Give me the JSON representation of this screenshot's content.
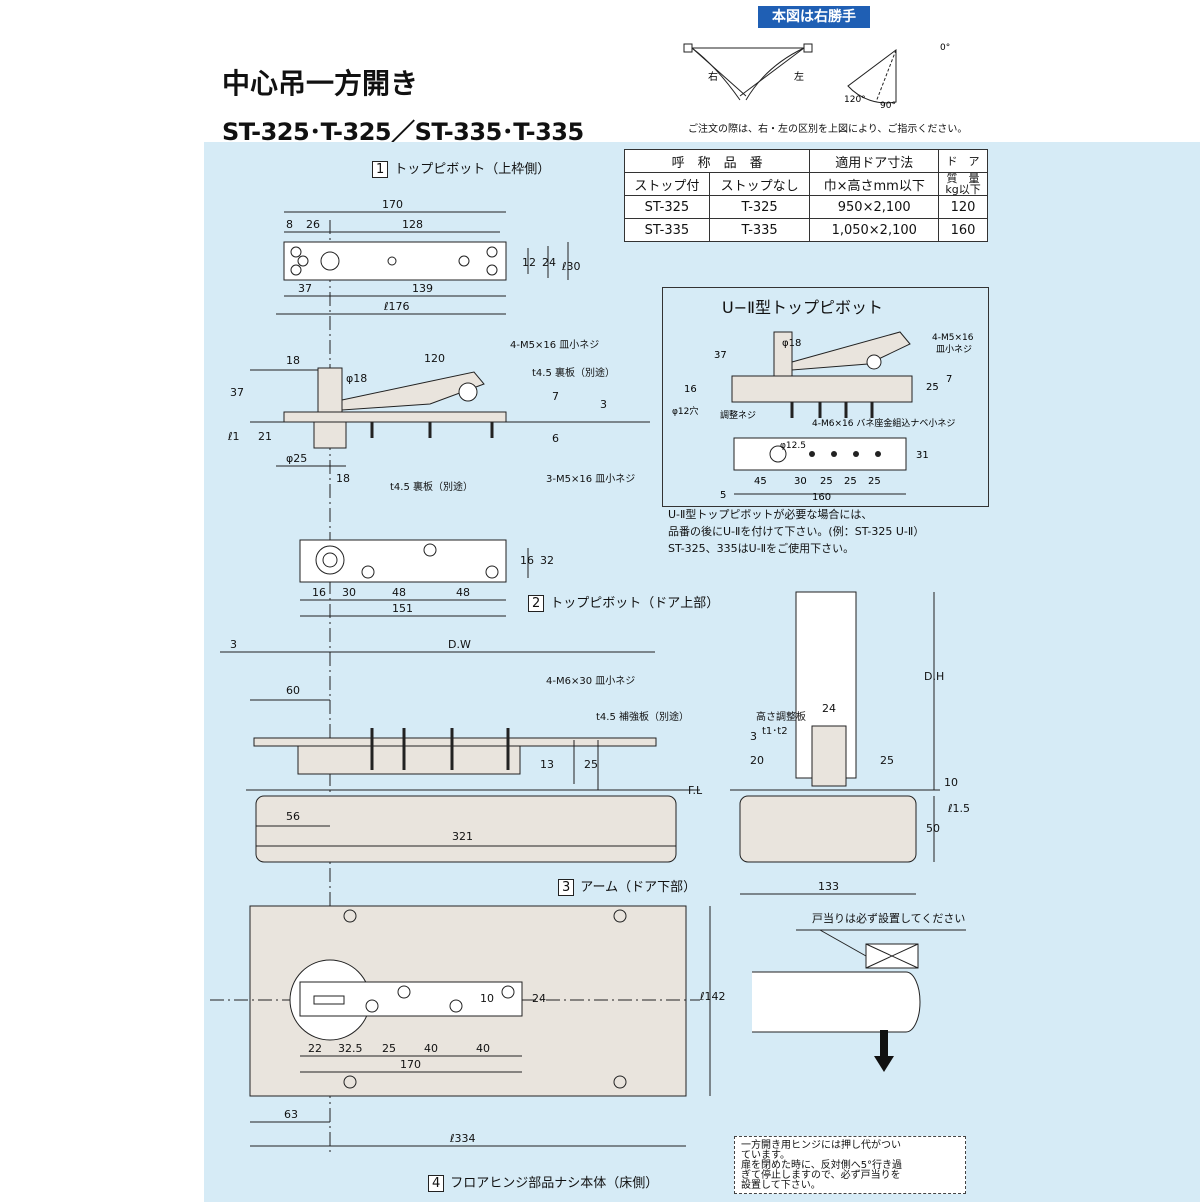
{
  "header": {
    "title": "中心吊一方開き",
    "models": "ST-325･T-325／ST-335･T-335",
    "badge": "本図は右勝手",
    "note": "ご注文の際は、右・左の区別を上図により、ご指示ください。",
    "label_right": "右",
    "label_left": "左",
    "angle_0": "0°",
    "angle_90": "90°",
    "angle_120": "120°"
  },
  "spec_table": {
    "h_name": "呼　称　品　番",
    "h_size": "適用ドア寸法",
    "h_weight_a": "ド　ア",
    "h_weight_b": "質　量",
    "h_stop": "ストップ付",
    "h_nostop": "ストップなし",
    "h_dim": "巾×高さmm以下",
    "h_kg": "kg以下",
    "rows": [
      {
        "stop": "ST-325",
        "nostop": "T-325",
        "dim": "950×2,100",
        "kg": "120"
      },
      {
        "stop": "ST-335",
        "nostop": "T-335",
        "dim": "1,050×2,100",
        "kg": "160"
      }
    ]
  },
  "captions": {
    "c1_num": "1",
    "c1": "トップピボット（上枠側）",
    "c2_num": "2",
    "c2": "トップピボット（ドア上部）",
    "c3_num": "3",
    "c3": "アーム（ドア下部）",
    "c4_num": "4",
    "c4": "フロアヒンジ部品ナシ本体（床側）"
  },
  "u2": {
    "title": "U−Ⅱ型トップピボット",
    "note_lines": [
      "U-Ⅱ型トップピボットが必要な場合には、",
      "品番の後にU-Ⅱを付けて下さい。(例：ST-325 U-Ⅱ）",
      "ST-325、335はU-Ⅱをご使用下さい。"
    ],
    "labels": {
      "screw_top": "4-M5×16",
      "screw_top2": "皿小ネジ",
      "screw_bot": "4-M6×16 バネ座金組込ナベ小ネジ",
      "adjust": "調整ネジ",
      "hole": "φ12穴",
      "d18": "φ18",
      "d125": "φ12.5",
      "d37": "37",
      "d16": "16",
      "d25": "25",
      "d7": "7",
      "d31": "31",
      "d5": "5",
      "d45": "45",
      "d30": "30",
      "d25a": "25",
      "d25b": "25",
      "d25c": "25",
      "d160": "160"
    }
  },
  "pivot_top": {
    "d170": "170",
    "d8": "8",
    "d26": "26",
    "d128": "128",
    "d12": "12",
    "d24": "24",
    "d30": "ℓ30",
    "d37": "37",
    "d139": "139",
    "d176": "ℓ176"
  },
  "pivot_side": {
    "screw1": "4-M5×16 皿小ネジ",
    "plate1": "t4.5 裏板（別途）",
    "screw2": "3-M5×16 皿小ネジ",
    "plate2": "t4.5 裏板（別途）",
    "d18": "18",
    "d120": "120",
    "d37": "37",
    "d18b": "φ18",
    "d7": "7",
    "d3": "3",
    "d6": "6",
    "d21": "21",
    "d1": "ℓ1",
    "d25": "φ25",
    "d18c": "18"
  },
  "pivot_door": {
    "d16": "16",
    "d32": "32",
    "d16b": "16",
    "d30": "30",
    "d48a": "48",
    "d48b": "48",
    "d151": "151"
  },
  "body_side": {
    "d3": "3",
    "dw": "D.W",
    "d60": "60",
    "screw": "4-M6×30 皿小ネジ",
    "plate": "t4.5 補強板（別途）",
    "d13": "13",
    "d25": "25",
    "fl": "F.L",
    "d56": "56",
    "d321": "321"
  },
  "body_end": {
    "dh": "D.H",
    "plate": "高さ調整板",
    "plate_t": "t1･t2",
    "d24": "24",
    "d3": "3",
    "d20": "20",
    "d25": "25",
    "d10": "10",
    "d15": "ℓ1.5",
    "d50": "50",
    "d133": "133"
  },
  "plan": {
    "d142": "ℓ142",
    "d10": "10",
    "d24": "24",
    "d22": "22",
    "d325": "32.5",
    "d25": "25",
    "d40a": "40",
    "d40b": "40",
    "d170": "170",
    "d63": "63",
    "d334": "ℓ334"
  },
  "door_stop": {
    "label": "戸当りは必ず設置してください"
  },
  "bottom_note": {
    "lines": [
      "一方開き用ヒンジには押し代がつい",
      "ています。",
      "扉を閉めた時に、反対側へ5°行き過",
      "ぎて停止しますので、必ず戸当りを",
      "設置して下さい。"
    ]
  },
  "colors": {
    "pane": "#d6ebf6",
    "badge": "#1f5fb4",
    "line": "#222222",
    "metal": "#e9e4dd"
  }
}
